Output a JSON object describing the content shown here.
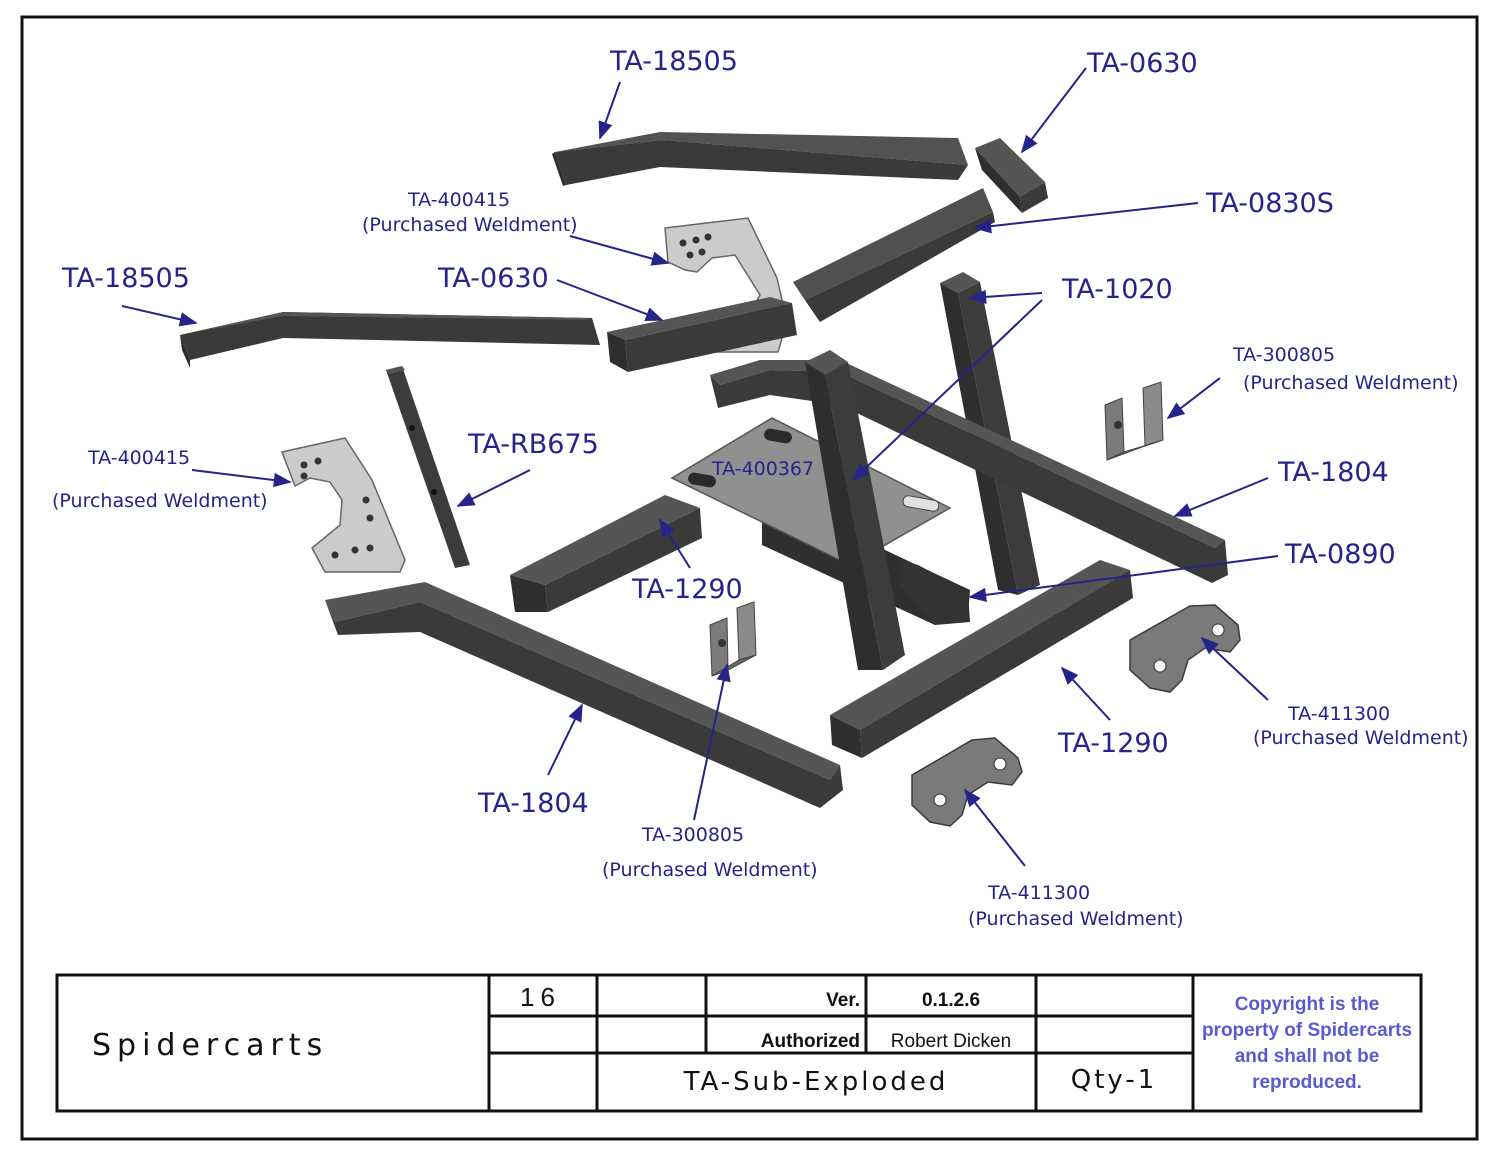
{
  "labels": {
    "top_rail": "TA-18505",
    "top_block": "TA-0630",
    "cross_0830s": "TA-0830S",
    "plate_top_code": "TA-400415",
    "plate_top_note": "(Purchased Weldment)",
    "left_rail": "TA-18505",
    "mid_block": "TA-0630",
    "post_1020": "TA-1020",
    "bracket_right_code": "TA-300805",
    "bracket_right_note": "(Purchased Weldment)",
    "plate_left_code": "TA-400415",
    "plate_left_note": "(Purchased Weldment)",
    "bar_rb675": "TA-RB675",
    "center_plate": "TA-400367",
    "right_rail": "TA-1804",
    "cross_0890": "TA-0890",
    "member_1290_left": "TA-1290",
    "hinge_right_code": "TA-411300",
    "hinge_right_note": "(Purchased Weldment)",
    "member_1290_right": "TA-1290",
    "bottom_rail": "TA-1804",
    "bracket_bottom_code": "TA-300805",
    "bracket_bottom_note": "(Purchased Weldment)",
    "hinge_bottom_code": "TA-411300",
    "hinge_bottom_note": "(Purchased Weldment)"
  },
  "title_block": {
    "company": "Spidercarts",
    "sheet_number": "16",
    "ver_label": "Ver.",
    "ver_value": "0.1.2.6",
    "authorized_label": "Authorized",
    "authorized_value": "Robert Dicken",
    "drawing_title": "TA-Sub-Exploded",
    "quantity": "Qty-1",
    "copyright_line1": "Copyright is the",
    "copyright_line2": "property of Spidercarts",
    "copyright_line3": "and shall not be",
    "copyright_line4": "reproduced."
  },
  "colors": {
    "label": "#24248a",
    "copyright": "#5a5ad0",
    "tube_dark": "#3d3d3d",
    "tube_top": "#505050",
    "plate": "#c9c9c9",
    "frame": "#111111"
  }
}
